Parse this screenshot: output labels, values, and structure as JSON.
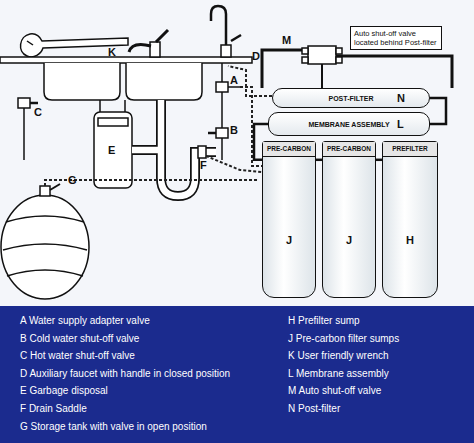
{
  "diagram": {
    "nodes": [
      {
        "text": [
          "POST-FILTER",
          "N"
        ]
      },
      {
        "text": [
          "MEMBRANE ASSEMBLY",
          "L"
        ]
      },
      {
        "text": [
          "PRE-CARBON",
          "J"
        ]
      },
      {
        "text": [
          "PRE-CARBON",
          "J"
        ]
      },
      {
        "text": [
          "PREFILTER",
          "H"
        ]
      }
    ],
    "edges": [
      {
        "from": 4,
        "to": 3,
        "arrow": "none"
      },
      {
        "from": 3,
        "to": 2,
        "arrow": "none"
      },
      {
        "from": 2,
        "to": 1,
        "arrow": "none"
      },
      {
        "from": 1,
        "to": 0,
        "arrow": "none"
      }
    ],
    "labels": [
      "K",
      "C",
      "D",
      "A",
      "B",
      "E",
      "F",
      "G",
      "M",
      "Auto shut-off valve located behind Post-filter"
    ],
    "legend": [
      {
        "text": "A Water supply adapter valve"
      },
      {
        "text": "B Cold water shut-off valve"
      },
      {
        "text": "C Hot water shut-off valve"
      },
      {
        "text": "D Auxiliary faucet with handle in closed position"
      },
      {
        "text": "E Garbage disposal"
      },
      {
        "text": "F Drain Saddle"
      },
      {
        "text": "G Storage tank with valve in open position"
      },
      {
        "text": "H Prefilter sump"
      },
      {
        "text": "J Pre-carbon filter sumps"
      },
      {
        "text": "K User friendly wrench"
      },
      {
        "text": "L Membrane assembly"
      },
      {
        "text": "M Auto shut-off valve"
      },
      {
        "text": "N Post-filter"
      }
    ]
  }
}
